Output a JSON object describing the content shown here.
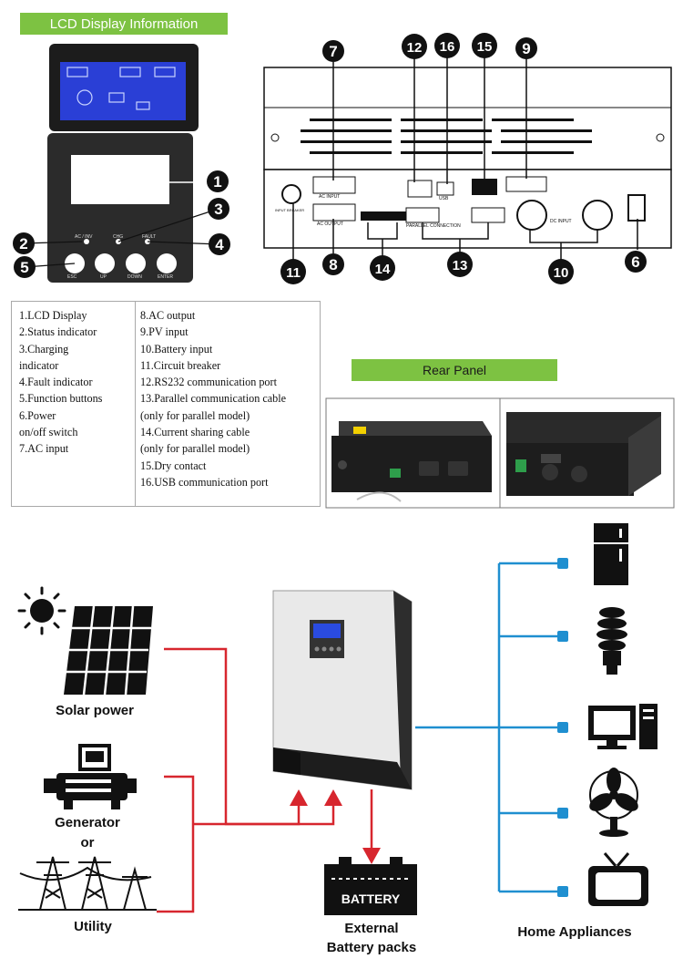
{
  "lcd_section": {
    "title": "LCD Display Information"
  },
  "rear_section": {
    "title": "Rear Panel"
  },
  "front_panel": {
    "indicators": [
      "AC / INV",
      "CHG",
      "FAULT"
    ],
    "buttons": [
      "ESC",
      "UP",
      "DOWN",
      "ENTER"
    ]
  },
  "rear_panel": {
    "port_labels": {
      "ac_input": "AC INPUT",
      "ac_output": "AC OUTPUT",
      "usb": "USB",
      "parallel": "PARALLEL CONNECTION",
      "dc_input": "DC INPUT",
      "breaker": "INPUT BREAKER"
    }
  },
  "callouts": [
    "1",
    "2",
    "3",
    "4",
    "5",
    "6",
    "7",
    "8",
    "9",
    "10",
    "11",
    "12",
    "13",
    "14",
    "15",
    "16"
  ],
  "legend": {
    "col1": [
      "1.LCD Display",
      "2.Status indicator",
      "3.Charging",
      "indicator",
      "4.Fault indicator",
      "5.Function buttons",
      "6.Power",
      "on/off switch",
      "7.AC input"
    ],
    "col2": [
      "8.AC output",
      "9.PV input",
      "10.Battery input",
      "11.Circuit breaker",
      "12.RS232 communication port",
      "13.Parallel communication cable",
      "(only for parallel model)",
      "14.Current sharing cable",
      "(only for parallel model)",
      "15.Dry contact",
      "16.USB communication port"
    ]
  },
  "system": {
    "solar_label": "Solar power",
    "generator_label": "Generator",
    "or_label": "or",
    "utility_label": "Utility",
    "battery_text": "BATTERY",
    "battery_label_1": "External",
    "battery_label_2": "Battery packs",
    "appliances_label": "Home Appliances"
  },
  "colors": {
    "banner_green": "#7dc242",
    "input_red": "#d7262e",
    "output_blue": "#1f8fd0",
    "panel_dark": "#2b2b2b"
  }
}
